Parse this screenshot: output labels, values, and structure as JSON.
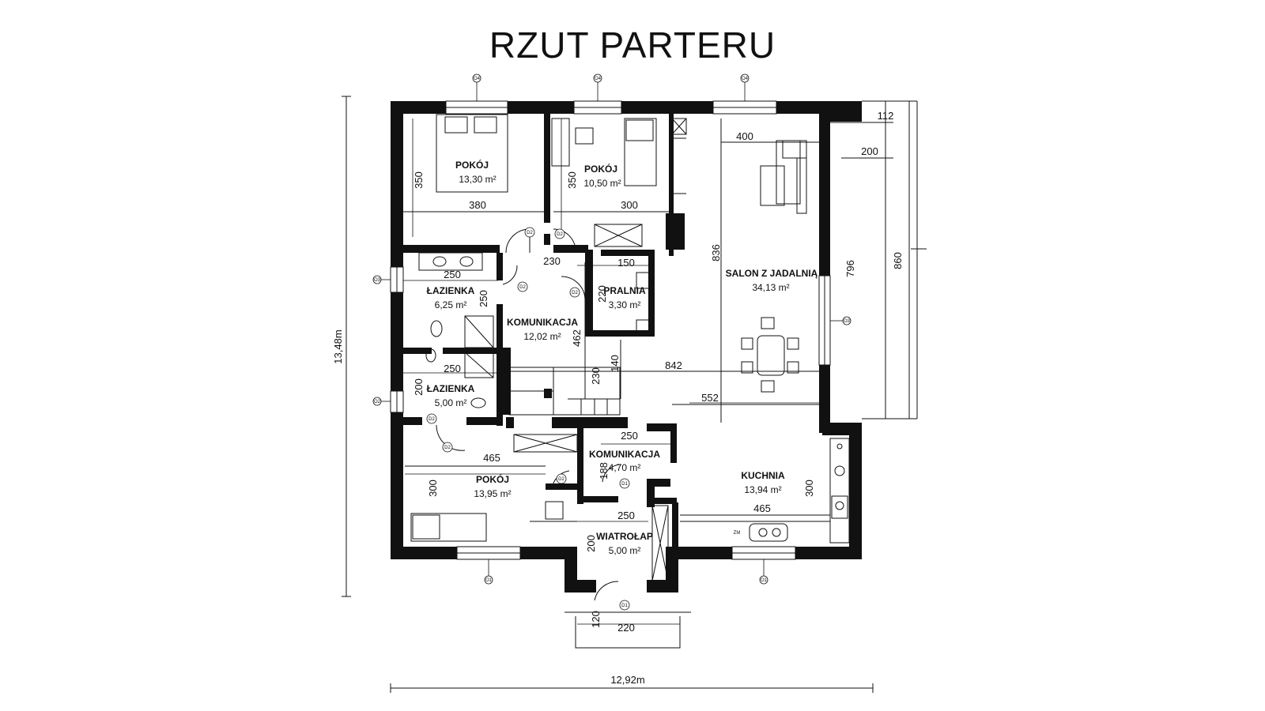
{
  "title": "RZUT PARTERU",
  "overall_dimensions": {
    "width": "12,92m",
    "height": "13,48m"
  },
  "rooms": [
    {
      "name": "POKÓJ",
      "area": "13,30 m²"
    },
    {
      "name": "POKÓJ",
      "area": "10,50 m²"
    },
    {
      "name": "SALON Z JADALNIĄ",
      "area": "34,13 m²"
    },
    {
      "name": "ŁAZIENKA",
      "area": "6,25 m²"
    },
    {
      "name": "KOMUNIKACJA",
      "area": "12,02 m²"
    },
    {
      "name": "PRALNIA",
      "area": "3,30 m²"
    },
    {
      "name": "ŁAZIENKA",
      "area": "5,00 m²"
    },
    {
      "name": "KOMUNIKACJA",
      "area": "4,70 m²"
    },
    {
      "name": "POKÓJ",
      "area": "13,95 m²"
    },
    {
      "name": "KUCHNIA",
      "area": "13,94 m²"
    },
    {
      "name": "WIATROŁAP",
      "area": "5,00 m²"
    }
  ],
  "dimensions": [
    "350",
    "380",
    "350",
    "300",
    "400",
    "112",
    "200",
    "836",
    "796",
    "860",
    "230",
    "150",
    "250",
    "250",
    "220",
    "462",
    "140",
    "842",
    "230",
    "250",
    "200",
    "552",
    "250",
    "465",
    "188",
    "300",
    "300",
    "465",
    "250",
    "200",
    "120",
    "220"
  ],
  "door_tags": [
    "D2",
    "D2",
    "D2",
    "D2",
    "D2",
    "D2",
    "D2",
    "D1",
    "D1"
  ],
  "window_tags": [
    "O4",
    "O4",
    "O4",
    "O3",
    "O3",
    "O2",
    "O1",
    "O1"
  ],
  "small_labels": [
    "ZM"
  ]
}
